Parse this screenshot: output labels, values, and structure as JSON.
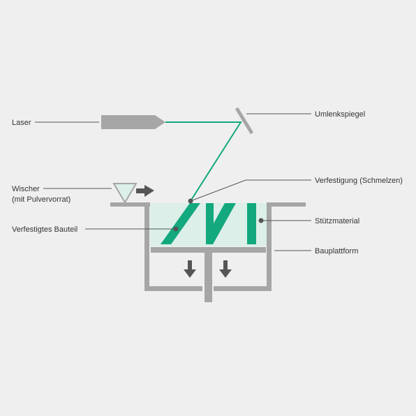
{
  "labels": {
    "laser": "Laser",
    "mirror": "Umlenkspiegel",
    "wiper_line1": "Wischer",
    "wiper_line2": "(mit Pulvervorrat)",
    "solidification": "Verfestigung (Schmelzen)",
    "solid_part": "Verfestigtes Bauteil",
    "support": "Stützmaterial",
    "build_platform": "Bauplattform"
  },
  "colors": {
    "background": "#efefef",
    "accent_green": "#13a87e",
    "powder_bed": "#dcefe9",
    "structure_gray": "#a6a6a6",
    "dark_gray": "#555555",
    "leader_line": "#555555",
    "text": "#333333"
  }
}
